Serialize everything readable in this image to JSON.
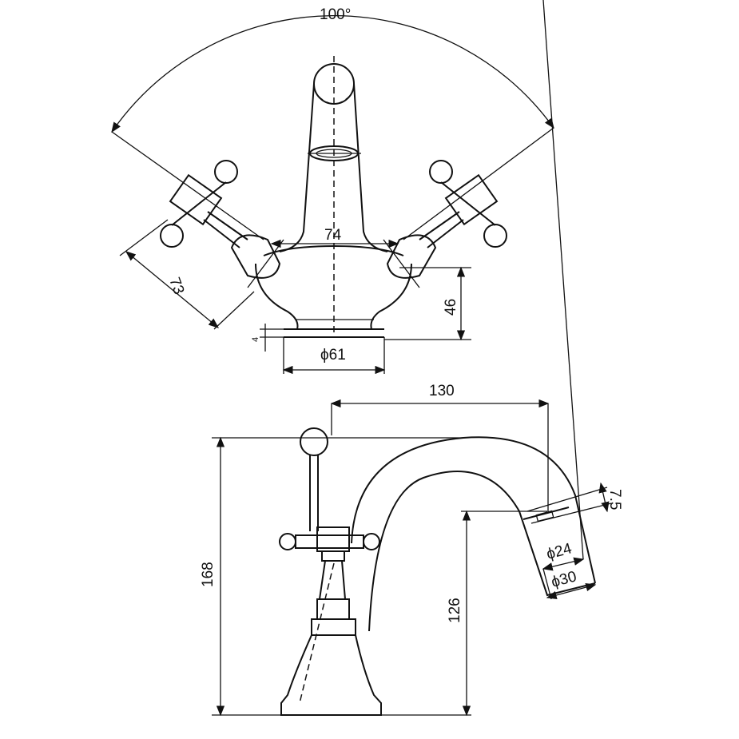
{
  "title": "Basin mixer tap technical drawing",
  "front_view": {
    "angle": "100°",
    "center_width": "74",
    "handle_length": "73",
    "body_height": "46",
    "base_thickness": "4",
    "base_diameter": "ϕ61"
  },
  "side_view": {
    "spout_reach": "130",
    "total_height": "168",
    "spout_height": "126",
    "outlet_offset": "7.5",
    "outlet_inner_diameter": "ϕ24",
    "outlet_outer_diameter": "ϕ30"
  }
}
